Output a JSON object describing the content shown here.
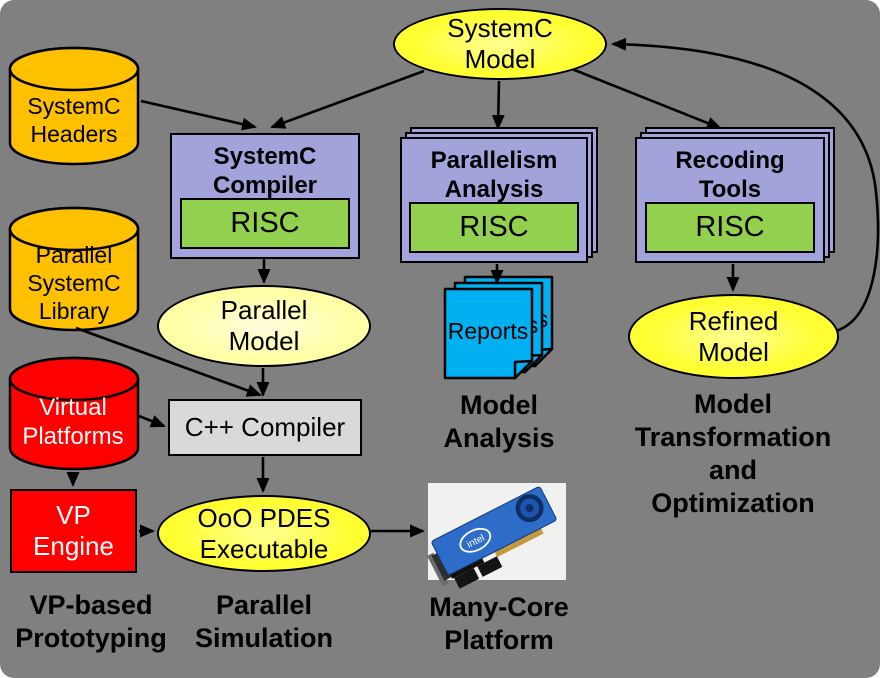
{
  "background": "#808080",
  "colors": {
    "store_orange": "#FFC000",
    "store_red": "#FF0000",
    "tool_purple": "#A3A3DB",
    "risc_green": "#92D050",
    "bright_yellow": "#FFFF33",
    "pale_yellow": "#FFFFB0",
    "compiler_gray": "#D9D9D9",
    "report_blue": "#00B0F0",
    "card_blue": "#2E6CC9",
    "outline_black": "#000000"
  },
  "nodes": {
    "systemc_model": {
      "label": "SystemC\nModel"
    },
    "systemc_headers": {
      "label": "SystemC\nHeaders"
    },
    "parallel_systemc_library": {
      "label": "Parallel\nSystemC\nLibrary"
    },
    "virtual_platforms": {
      "label": "Virtual\nPlatforms"
    },
    "vp_engine": {
      "label": "VP\nEngine"
    },
    "systemc_compiler": {
      "title": "SystemC\nCompiler",
      "badge": "RISC"
    },
    "parallelism_analysis": {
      "title": "Parallelism\nAnalysis",
      "badge": "RISC"
    },
    "recoding_tools": {
      "title": "Recoding\nTools",
      "badge": "RISC"
    },
    "parallel_model": {
      "label": "Parallel\nModel"
    },
    "cpp_compiler": {
      "label": "C++ Compiler"
    },
    "ooo_pdes_executable": {
      "label": "OoO PDES\nExecutable"
    },
    "refined_model": {
      "label": "Refined\nModel"
    },
    "reports": {
      "label": "Reports"
    },
    "many_core_chip": {
      "brand": "intel"
    }
  },
  "captions": {
    "model_analysis": "Model\nAnalysis",
    "model_transformation": "Model\nTransformation\nand\nOptimization",
    "vp_based_prototyping": "VP-based\nPrototyping",
    "parallel_simulation": "Parallel\nSimulation",
    "many_core_platform": "Many-Core\nPlatform"
  }
}
